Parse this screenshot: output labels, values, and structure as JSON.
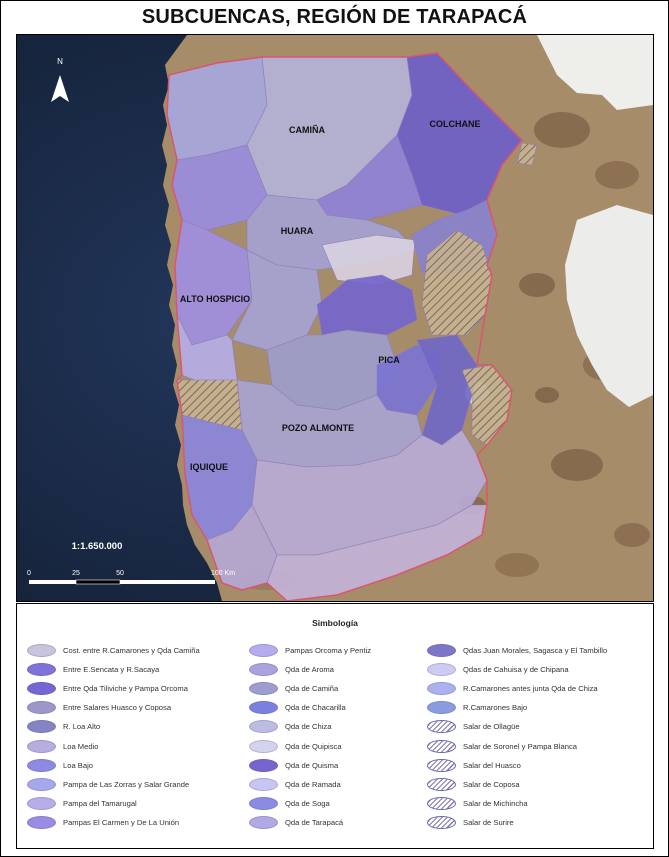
{
  "title": "SUBCUENCAS, REGIÓN DE TARAPACÁ",
  "map": {
    "north_label": "N",
    "scale_ratio": "1:1.650.000",
    "scale_ticks": [
      "0",
      "25",
      "50",
      "100 Km"
    ],
    "places": [
      "CAMIÑA",
      "COLCHANE",
      "HUARA",
      "ALTO HOSPICIO",
      "PICA",
      "POZO ALMONTE",
      "IQUIQUE"
    ],
    "colors": {
      "ocean": "#1b2c47",
      "land": "#a78c6a",
      "salt_flat": "#eeeeea",
      "boundary": "#d9566e"
    }
  },
  "legend": {
    "title": "Simbología",
    "columns": [
      [
        {
          "label": "Cost. entre R.Camarones y Qda Camiña",
          "color": "#c8c4dc",
          "hatch": false
        },
        {
          "label": "Entre E.Sencata y R.Sacaya",
          "color": "#7f72d9",
          "hatch": false
        },
        {
          "label": "Entre Qda Tiliviche y Pampa Orcoma",
          "color": "#7566d2",
          "hatch": false
        },
        {
          "label": "Entre Salares Huasco y Coposa",
          "color": "#9c97c8",
          "hatch": false
        },
        {
          "label": "R. Loa Alto",
          "color": "#8484c4",
          "hatch": false
        },
        {
          "label": "Loa Medio",
          "color": "#b8addf",
          "hatch": false
        },
        {
          "label": "Loa Bajo",
          "color": "#8d8ae0",
          "hatch": false
        },
        {
          "label": "Pampa de Las Zorras y Salar Grande",
          "color": "#a6a8ec",
          "hatch": false
        },
        {
          "label": "Pampa del Tamarugal",
          "color": "#b7aee9",
          "hatch": false
        },
        {
          "label": "Pampas El Carmen y De La Unión",
          "color": "#9a8be3",
          "hatch": false
        }
      ],
      [
        {
          "label": "Pampas Orcoma y Pentiz",
          "color": "#b4acec",
          "hatch": false
        },
        {
          "label": "Qda de Aroma",
          "color": "#a9a2de",
          "hatch": false
        },
        {
          "label": "Qda de Camiña",
          "color": "#9d9dcf",
          "hatch": false
        },
        {
          "label": "Qda de Chacarilla",
          "color": "#7a80de",
          "hatch": false
        },
        {
          "label": "Qda de Chiza",
          "color": "#bcbce3",
          "hatch": false
        },
        {
          "label": "Qda de Quipisca",
          "color": "#d4d3ec",
          "hatch": false
        },
        {
          "label": "Qda de Quisma",
          "color": "#7664cf",
          "hatch": false
        },
        {
          "label": "Qda de Ramada",
          "color": "#c7c6f1",
          "hatch": false
        },
        {
          "label": "Qda de Soga",
          "color": "#8a8be2",
          "hatch": false
        },
        {
          "label": "Qda de Tarapacá",
          "color": "#b1a9e4",
          "hatch": false
        }
      ],
      [
        {
          "label": "Qdas Juan Morales, Sagasca  y El Tambillo",
          "color": "#7d77c8",
          "hatch": false
        },
        {
          "label": "Qdas de Cahuisa y de Chipana",
          "color": "#ccccf2",
          "hatch": false
        },
        {
          "label": "R.Camarones antes junta Qda de Chiza",
          "color": "#aab1ec",
          "hatch": false
        },
        {
          "label": "R.Camarones Bajo",
          "color": "#8a9be0",
          "hatch": false
        },
        {
          "label": "Salar de Ollagüe",
          "color": "",
          "hatch": true
        },
        {
          "label": "Salar de Soronel y Pampa Blanca",
          "color": "",
          "hatch": true
        },
        {
          "label": "Salar del Huasco",
          "color": "",
          "hatch": true
        },
        {
          "label": "Salar de Coposa",
          "color": "",
          "hatch": true
        },
        {
          "label": "Salar de Michincha",
          "color": "",
          "hatch": true
        },
        {
          "label": "Salar de Surire",
          "color": "",
          "hatch": true
        }
      ]
    ]
  }
}
